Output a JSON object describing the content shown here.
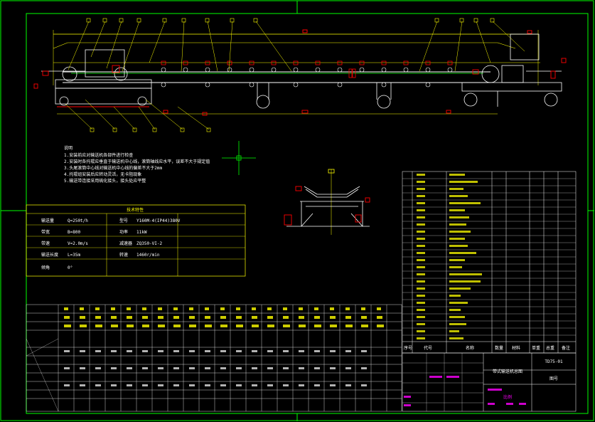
{
  "viewport": {
    "background": "#000000"
  },
  "colors": {
    "frame": "#00ff00",
    "structure": "#ffffff",
    "dimension": "#ffff00",
    "hatch": "#ff0000",
    "cyan": "#00ffff",
    "magenta": "#ff00ff"
  },
  "notes": {
    "heading": "说明",
    "lines": [
      "1.安装前应对输送机各部件进行检查",
      "2.安装时各托辊应垂直于输送机中心线，滚筒轴线应水平，误差不大于规定值",
      "3.头尾滚筒中心线对输送机中心线的偏差不大于2mm",
      "4.托辊组安装后应转动灵活，无卡阻现象",
      "5.输送带连接采用硫化接头，接头处应平整"
    ]
  },
  "spec_table": {
    "title": "技术特性",
    "rows": [
      [
        "输送量",
        "Q=250t/h"
      ],
      [
        "带宽",
        "B=800"
      ],
      [
        "带速",
        "V=2.0m/s"
      ],
      [
        "输送长度",
        "L=35m"
      ],
      [
        "倾角",
        "0°"
      ]
    ],
    "motor_rows": [
      [
        "型号",
        "Y160M-4(IP44)380V"
      ],
      [
        "功率",
        "11kW"
      ],
      [
        "减速器",
        "ZQ350-VI-2"
      ],
      [
        "转速",
        "1460r/min"
      ]
    ]
  },
  "title_block": {
    "drawing_no": "TD75-01",
    "title": "带式输送机总图",
    "sheet": "图号",
    "scale": "比例"
  },
  "parts_list": {
    "headers": [
      "序号",
      "代号",
      "名称",
      "数量",
      "材料",
      "单重",
      "总重",
      "备注"
    ]
  }
}
